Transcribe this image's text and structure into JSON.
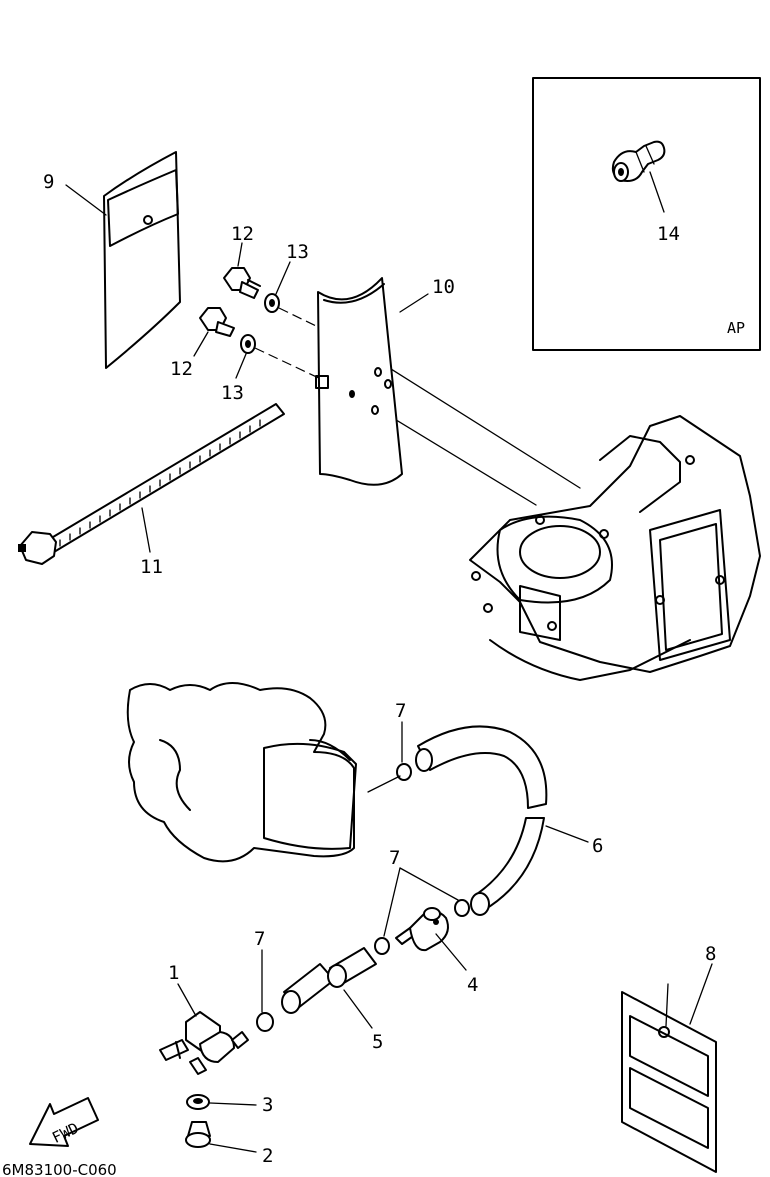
{
  "callouts": {
    "c1": "1",
    "c2": "2",
    "c3": "3",
    "c4": "4",
    "c5": "5",
    "c6": "6",
    "c7a": "7",
    "c7b": "7",
    "c7c": "7",
    "c8": "8",
    "c9": "9",
    "c10": "10",
    "c11": "11",
    "c12a": "12",
    "c12b": "12",
    "c13a": "13",
    "c13b": "13",
    "c14": "14"
  },
  "inset_label": "AP",
  "fwd_label": "FWD",
  "diagram_code": "6M83100-C060"
}
